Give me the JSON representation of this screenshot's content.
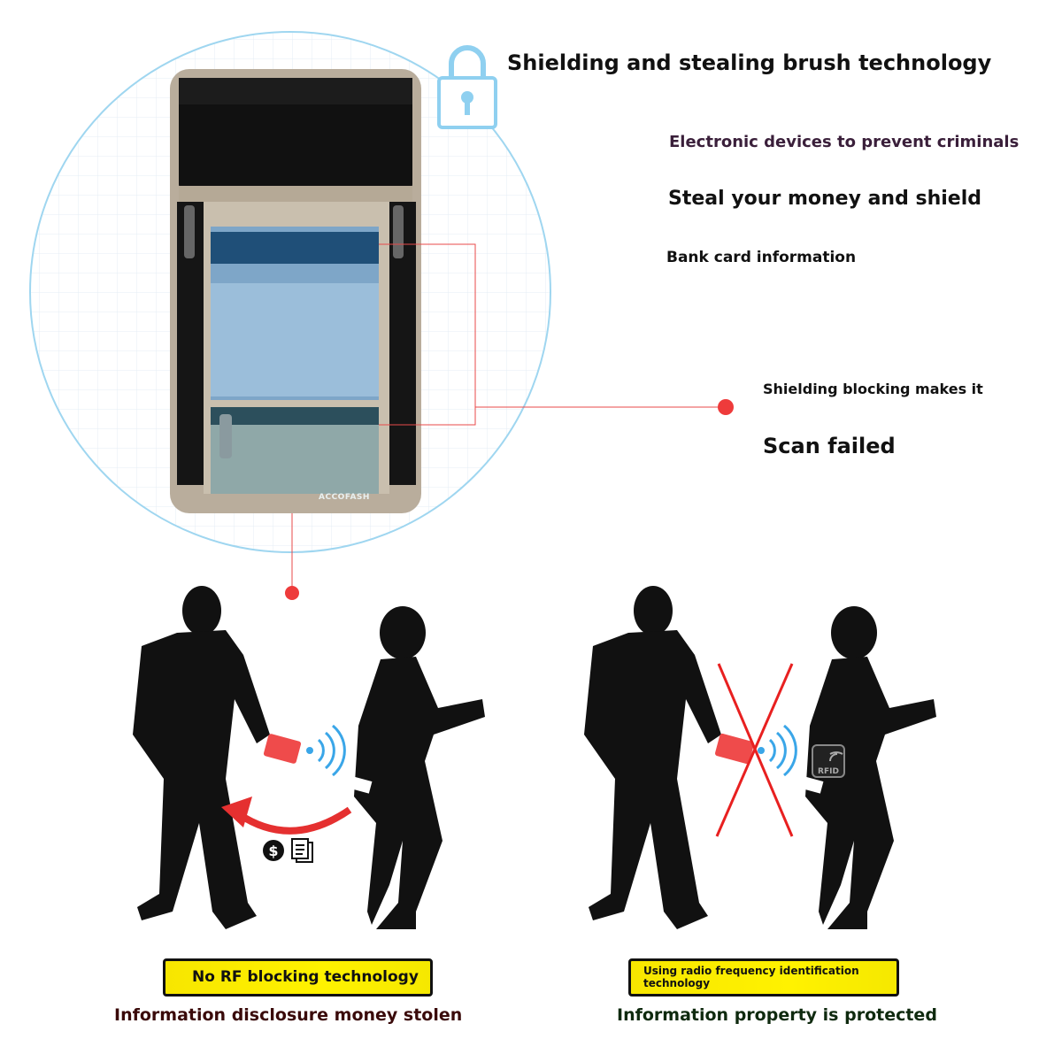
{
  "header": {
    "title": "Shielding and stealing brush technology"
  },
  "features": {
    "line1": "Electronic devices to prevent criminals",
    "line2": "Steal your money and shield",
    "line3": "Bank card information",
    "line4": "Shielding blocking makes it",
    "line5": "Scan failed"
  },
  "product": {
    "brand": "ACCOFASH"
  },
  "left_scene": {
    "badge": "No RF blocking technology",
    "caption": "Information disclosure money stolen",
    "icons": [
      "dollar-icon",
      "document-icon"
    ]
  },
  "right_scene": {
    "badge": "Using radio frequency identification technology",
    "caption": "Information property is protected",
    "rfid_label": "RFID"
  },
  "colors": {
    "accent_red": "#e83a3a",
    "circle_blue": "#9fd6f0",
    "badge_yellow": "#fff200",
    "caption_left": "#3a0a0a",
    "caption_right": "#0f2a0f"
  }
}
